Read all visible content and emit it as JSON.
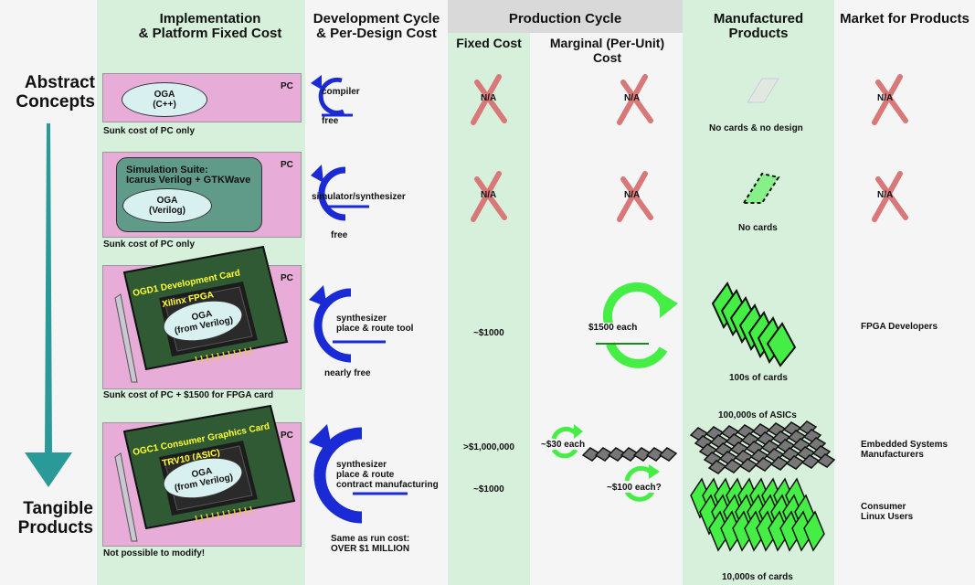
{
  "headers": {
    "implementation": "Implementation\n& Platform Fixed Cost",
    "development": "Development Cycle\n& Per-Design Cost",
    "production": "Production Cycle",
    "fixed_cost": "Fixed Cost",
    "marginal": "Marginal (Per-Unit)\nCost",
    "manufactured": "Manufactured\nProducts",
    "market": "Market for Products"
  },
  "axis": {
    "top": "Abstract\nConcepts",
    "bottom": "Tangible\nProducts"
  },
  "pc_label": "PC",
  "rows": [
    {
      "oval": "OGA\n(C++)",
      "impl_caption": "Sunk cost of PC only",
      "dev_tool": "compiler",
      "dev_cost": "free",
      "fixed": "N/A",
      "marginal": "N/A",
      "product": "No cards & no design",
      "market": "N/A"
    },
    {
      "suite": "Simulation Suite:\nIcarus Verilog + GTKWave",
      "oval": "OGA\n(Verilog)",
      "impl_caption": "Sunk cost of PC only",
      "dev_tool": "simulator/synthesizer",
      "dev_cost": "free",
      "fixed": "N/A",
      "marginal": "N/A",
      "product": "No cards",
      "market": "N/A"
    },
    {
      "card_title": "OGD1 Development Card",
      "chip": "Xilinx  FPGA",
      "oval": "OGA\n(from Verilog)",
      "impl_caption": "Sunk cost of PC + $1500 for FPGA card",
      "dev_tool": "synthesizer\nplace & route tool",
      "dev_cost": "nearly free",
      "fixed": "~$1000",
      "marginal": "$1500  each",
      "product": "100s of cards",
      "market": "FPGA Developers"
    },
    {
      "card_title": "OGC1 Consumer Graphics Card",
      "chip": "TRV10 (ASIC)",
      "oval": "OGA\n(from Verilog)",
      "impl_caption": "Not possible to modify!",
      "dev_tool": "synthesizer\nplace & route\ncontract manufacturing",
      "dev_cost": "Same as run cost:\nOVER $1 MILLION",
      "fixed_1": ">$1,000,000",
      "fixed_2": "~$1000",
      "marginal_1": "~$30 each",
      "marginal_2": "~$100 each?",
      "product_1": "100,000s of ASICs",
      "product_2": "10,000s of cards",
      "market_1": "Embedded Systems\nManufacturers",
      "market_2": "Consumer\nLinux Users"
    }
  ],
  "colors": {
    "column_green": "#d6f0dc",
    "header_gray": "#d9d9d9",
    "pink": "#e8acd8",
    "arrow_blue": "#1a2bd6",
    "arrow_green": "#44ee44",
    "x_red": "#d87878",
    "teal": "#2a9a98"
  }
}
